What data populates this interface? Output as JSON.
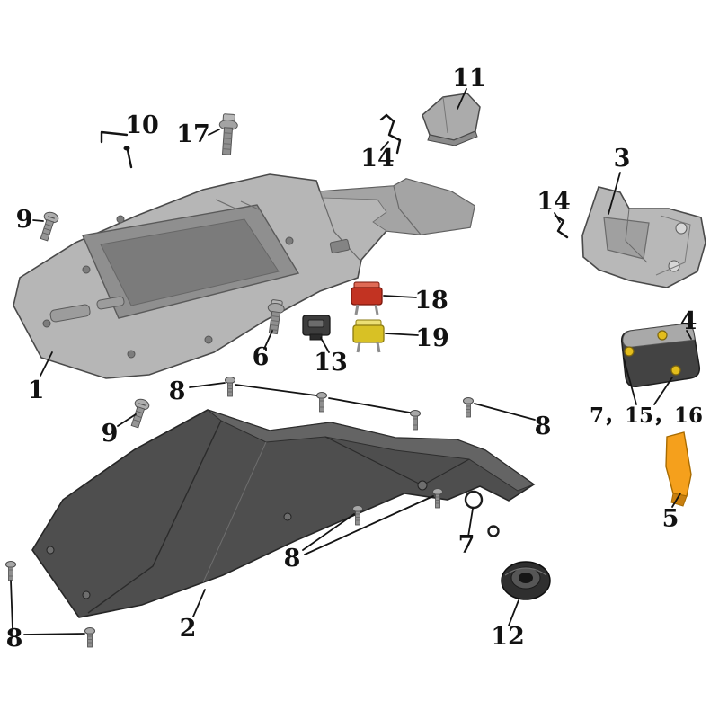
{
  "diagram": {
    "type": "exploded-parts-diagram",
    "background": "#ffffff",
    "labels": [
      {
        "name": "label-10",
        "text": "10"
      },
      {
        "name": "label-17",
        "text": "17"
      },
      {
        "name": "label-9-upper",
        "text": "9"
      },
      {
        "name": "label-11",
        "text": "11"
      },
      {
        "name": "label-14-upper",
        "text": "14"
      },
      {
        "name": "label-3",
        "text": "3"
      },
      {
        "name": "label-14-right",
        "text": "14"
      },
      {
        "name": "label-18",
        "text": "18"
      },
      {
        "name": "label-19",
        "text": "19"
      },
      {
        "name": "label-6",
        "text": "6"
      },
      {
        "name": "label-13",
        "text": "13"
      },
      {
        "name": "label-1",
        "text": "1"
      },
      {
        "name": "label-4",
        "text": "4"
      },
      {
        "name": "label-7-15-16",
        "text": "7，15，16"
      },
      {
        "name": "label-8-top",
        "text": "8"
      },
      {
        "name": "label-9-lower",
        "text": "9"
      },
      {
        "name": "label-8-right",
        "text": "8"
      },
      {
        "name": "label-5",
        "text": "5"
      },
      {
        "name": "label-8-bottom-mid",
        "text": "8"
      },
      {
        "name": "label-7",
        "text": "7"
      },
      {
        "name": "label-2",
        "text": "2"
      },
      {
        "name": "label-12",
        "text": "12"
      },
      {
        "name": "label-8-bottom-left",
        "text": "8"
      }
    ],
    "colors": {
      "fuse_red": "#c23322",
      "fuse_red_top": "#df6a55",
      "fuse_yellow": "#d8c125",
      "fuse_yellow_top": "#ecdf74",
      "reflector_orange": "#f5a01c",
      "reflector_orange_dark": "#c87f10",
      "screw_yellow": "#e3bd1c",
      "part_light_gray": "#b6b6b6",
      "part_dark_gray": "#4e4e4e"
    }
  }
}
